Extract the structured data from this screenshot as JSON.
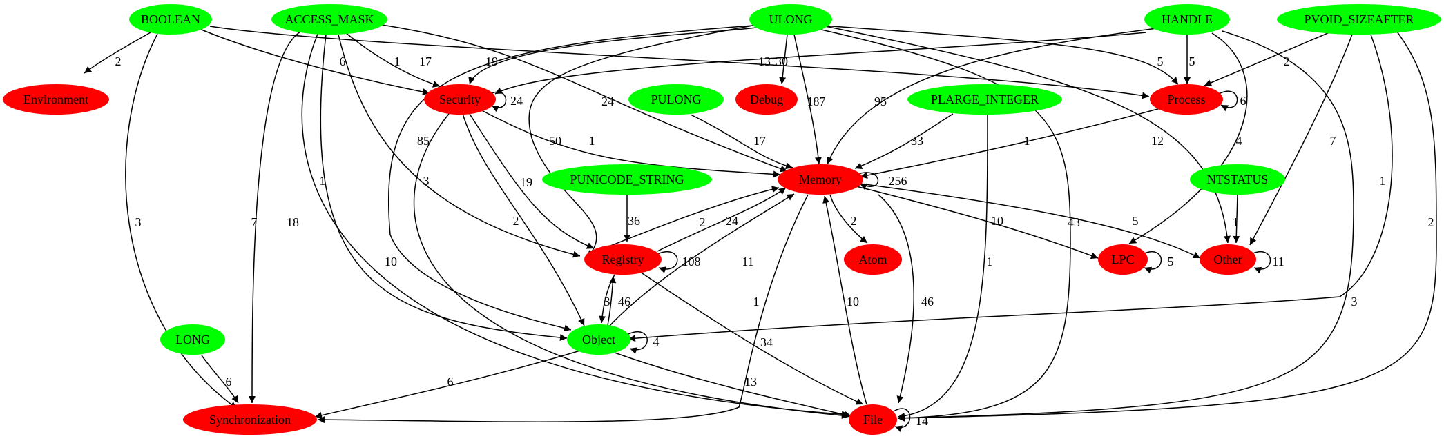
{
  "colors": {
    "type_node": "#00ff00",
    "category_node": "#ff0000",
    "edge": "#000000"
  },
  "nodes": {
    "BOOLEAN": {
      "label": "BOOLEAN",
      "kind": "type"
    },
    "ACCESS_MASK": {
      "label": "ACCESS_MASK",
      "kind": "type"
    },
    "ULONG": {
      "label": "ULONG",
      "kind": "type"
    },
    "HANDLE": {
      "label": "HANDLE",
      "kind": "type"
    },
    "PVOID_SIZEAFTER": {
      "label": "PVOID_SIZEAFTER",
      "kind": "type"
    },
    "Environment": {
      "label": "Environment",
      "kind": "category"
    },
    "Security": {
      "label": "Security",
      "kind": "category"
    },
    "PULONG": {
      "label": "PULONG",
      "kind": "type"
    },
    "Debug": {
      "label": "Debug",
      "kind": "category"
    },
    "PLARGE_INTEGER": {
      "label": "PLARGE_INTEGER",
      "kind": "type"
    },
    "Process": {
      "label": "Process",
      "kind": "category"
    },
    "PUNICODE_STRING": {
      "label": "PUNICODE_STRING",
      "kind": "type"
    },
    "Memory": {
      "label": "Memory",
      "kind": "category"
    },
    "NTSTATUS": {
      "label": "NTSTATUS",
      "kind": "type"
    },
    "Registry": {
      "label": "Registry",
      "kind": "category"
    },
    "Atom": {
      "label": "Atom",
      "kind": "category"
    },
    "LPC": {
      "label": "LPC",
      "kind": "category"
    },
    "Other": {
      "label": "Other",
      "kind": "category"
    },
    "LONG": {
      "label": "LONG",
      "kind": "type"
    },
    "Object": {
      "label": "Object",
      "kind": "type"
    },
    "Synchronization": {
      "label": "Synchronization",
      "kind": "category"
    },
    "File": {
      "label": "File",
      "kind": "category"
    }
  },
  "edges": [
    {
      "from": "BOOLEAN",
      "to": "Environment",
      "label": "2"
    },
    {
      "from": "BOOLEAN",
      "to": "Security",
      "label": "6"
    },
    {
      "from": "BOOLEAN",
      "to": "Process",
      "label": "1"
    },
    {
      "from": "BOOLEAN",
      "to": "Synchronization",
      "label": "3"
    },
    {
      "from": "ACCESS_MASK",
      "to": "Security",
      "label": "17"
    },
    {
      "from": "ACCESS_MASK",
      "to": "Memory",
      "label": "24"
    },
    {
      "from": "ACCESS_MASK",
      "to": "Registry",
      "label": "85"
    },
    {
      "from": "ACCESS_MASK",
      "to": "Object",
      "label": "1"
    },
    {
      "from": "ACCESS_MASK",
      "to": "Synchronization",
      "label": "7"
    },
    {
      "from": "ACCESS_MASK",
      "to": "File",
      "label": "18"
    },
    {
      "from": "ULONG",
      "to": "Security",
      "label": "19"
    },
    {
      "from": "ULONG",
      "to": "Debug",
      "label": "30"
    },
    {
      "from": "ULONG",
      "to": "Memory",
      "label": "187"
    },
    {
      "from": "ULONG",
      "to": "Process",
      "label": "5"
    },
    {
      "from": "ULONG",
      "to": "Registry",
      "label": "50"
    },
    {
      "from": "ULONG",
      "to": "Object",
      "label": "3"
    },
    {
      "from": "ULONG",
      "to": "File",
      "label": "43"
    },
    {
      "from": "ULONG",
      "to": "Other",
      "label": "12"
    },
    {
      "from": "HANDLE",
      "to": "Security",
      "label": "13"
    },
    {
      "from": "HANDLE",
      "to": "Process",
      "label": "5"
    },
    {
      "from": "HANDLE",
      "to": "Memory",
      "label": "95"
    },
    {
      "from": "HANDLE",
      "to": "LPC",
      "label": "4"
    },
    {
      "from": "HANDLE",
      "to": "File",
      "label": "3"
    },
    {
      "from": "PVOID_SIZEAFTER",
      "to": "Process",
      "label": "2"
    },
    {
      "from": "PVOID_SIZEAFTER",
      "to": "Other",
      "label": "7"
    },
    {
      "from": "PVOID_SIZEAFTER",
      "to": "Object",
      "label": "1"
    },
    {
      "from": "PVOID_SIZEAFTER",
      "to": "File",
      "label": "2"
    },
    {
      "from": "Security",
      "to": "Security",
      "label": "24"
    },
    {
      "from": "Security",
      "to": "Memory",
      "label": "1"
    },
    {
      "from": "Security",
      "to": "Registry",
      "label": "19"
    },
    {
      "from": "Security",
      "to": "Object",
      "label": "2"
    },
    {
      "from": "Security",
      "to": "File",
      "label": "10"
    },
    {
      "from": "PULONG",
      "to": "Memory",
      "label": "17"
    },
    {
      "from": "PLARGE_INTEGER",
      "to": "Memory",
      "label": "33"
    },
    {
      "from": "PLARGE_INTEGER",
      "to": "File",
      "label": "1"
    },
    {
      "from": "Process",
      "to": "Process",
      "label": "6"
    },
    {
      "from": "Process",
      "to": "Memory",
      "label": "1"
    },
    {
      "from": "PUNICODE_STRING",
      "to": "Registry",
      "label": "36"
    },
    {
      "from": "Memory",
      "to": "Memory",
      "label": "256"
    },
    {
      "from": "Memory",
      "to": "Registry",
      "label": "24"
    },
    {
      "from": "Memory",
      "to": "Atom",
      "label": "2"
    },
    {
      "from": "Memory",
      "to": "LPC",
      "label": "10"
    },
    {
      "from": "Memory",
      "to": "Other",
      "label": "5"
    },
    {
      "from": "Memory",
      "to": "File",
      "label": "46"
    },
    {
      "from": "Memory",
      "to": "Synchronization",
      "label": "1"
    },
    {
      "from": "NTSTATUS",
      "to": "Other",
      "label": "1"
    },
    {
      "from": "Registry",
      "to": "Registry",
      "label": "108"
    },
    {
      "from": "Registry",
      "to": "Memory",
      "label": "2"
    },
    {
      "from": "Registry",
      "to": "Object",
      "label": "3"
    },
    {
      "from": "Registry",
      "to": "File",
      "label": "34"
    },
    {
      "from": "LPC",
      "to": "LPC",
      "label": "5"
    },
    {
      "from": "Other",
      "to": "Other",
      "label": "11"
    },
    {
      "from": "Object",
      "to": "Object",
      "label": "4"
    },
    {
      "from": "Object",
      "to": "Registry",
      "label": "46"
    },
    {
      "from": "Object",
      "to": "Memory",
      "label": "11"
    },
    {
      "from": "Object",
      "to": "Synchronization",
      "label": "6"
    },
    {
      "from": "Object",
      "to": "File",
      "label": "13"
    },
    {
      "from": "LONG",
      "to": "Synchronization",
      "label": "6"
    },
    {
      "from": "File",
      "to": "File",
      "label": "14"
    },
    {
      "from": "File",
      "to": "Memory",
      "label": "10"
    }
  ]
}
